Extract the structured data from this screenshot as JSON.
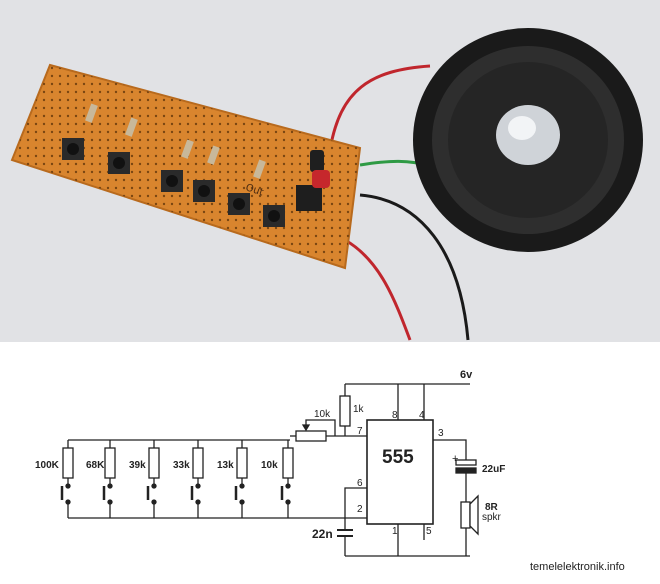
{
  "schematic": {
    "supply_label": "6v",
    "ic_label": "555",
    "pins": {
      "p8": "8",
      "p4": "4",
      "p7": "7",
      "p3": "3",
      "p6": "6",
      "p2": "2",
      "p1": "1",
      "p5": "5"
    },
    "r_top_label": "1k",
    "pot_label": "10k",
    "cap_timing_label": "22n",
    "cap_out_label": "22uF",
    "speaker_ohm": "8R",
    "speaker_label": "spkr",
    "key_resistors": [
      "100K",
      "68K",
      "39k",
      "33k",
      "13k",
      "10k"
    ]
  },
  "credit": "temelelektronik.info",
  "photo_board_text": "Out"
}
